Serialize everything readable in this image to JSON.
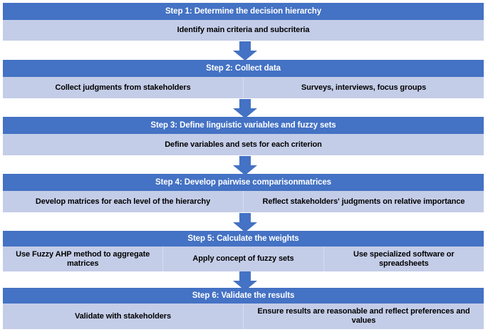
{
  "diagram": {
    "title": "Fuzzy AHP methodology flowchart",
    "colors": {
      "header_blue": "#4472C4",
      "body_lavender": "#C4CDE8",
      "arrow_blue": "#4472C4",
      "background": "#FFFFFF",
      "header_text": "#FFFFFF",
      "body_text": "#000000",
      "divider": "#D6DCEF"
    },
    "steps": [
      {
        "header": "Step 1: Determine the decision hierarchy",
        "cells": [
          "Identify main criteria and subcriteria"
        ]
      },
      {
        "header": "Step 2: Collect data",
        "cells": [
          "Collect judgments from stakeholders",
          "Surveys, interviews, focus groups"
        ]
      },
      {
        "header": "Step 3: Define linguistic variables and fuzzy sets",
        "cells": [
          "Define variables and sets for each criterion"
        ]
      },
      {
        "header": "Step 4: Develop pairwise comparisonmatrices",
        "cells": [
          "Develop matrices for each level of the hierarchy",
          "Reflect stakeholders' judgments on relative importance"
        ]
      },
      {
        "header": "Step 5: Calculate the weights",
        "cells": [
          "Use Fuzzy AHP method to aggregate matrices",
          "Apply concept of fuzzy sets",
          "Use specialized software or spreadsheets"
        ]
      },
      {
        "header": "Step 6: Validate the results",
        "cells": [
          "Validate with stakeholders",
          "Ensure results are reasonable and reflect preferences and values"
        ]
      }
    ],
    "connectors": [
      {
        "name": "arrow-step1-to-step2"
      },
      {
        "name": "arrow-step2-to-step3"
      },
      {
        "name": "arrow-step3-to-step4"
      },
      {
        "name": "arrow-step4-to-step5"
      },
      {
        "name": "arrow-step5-to-step6"
      }
    ]
  }
}
